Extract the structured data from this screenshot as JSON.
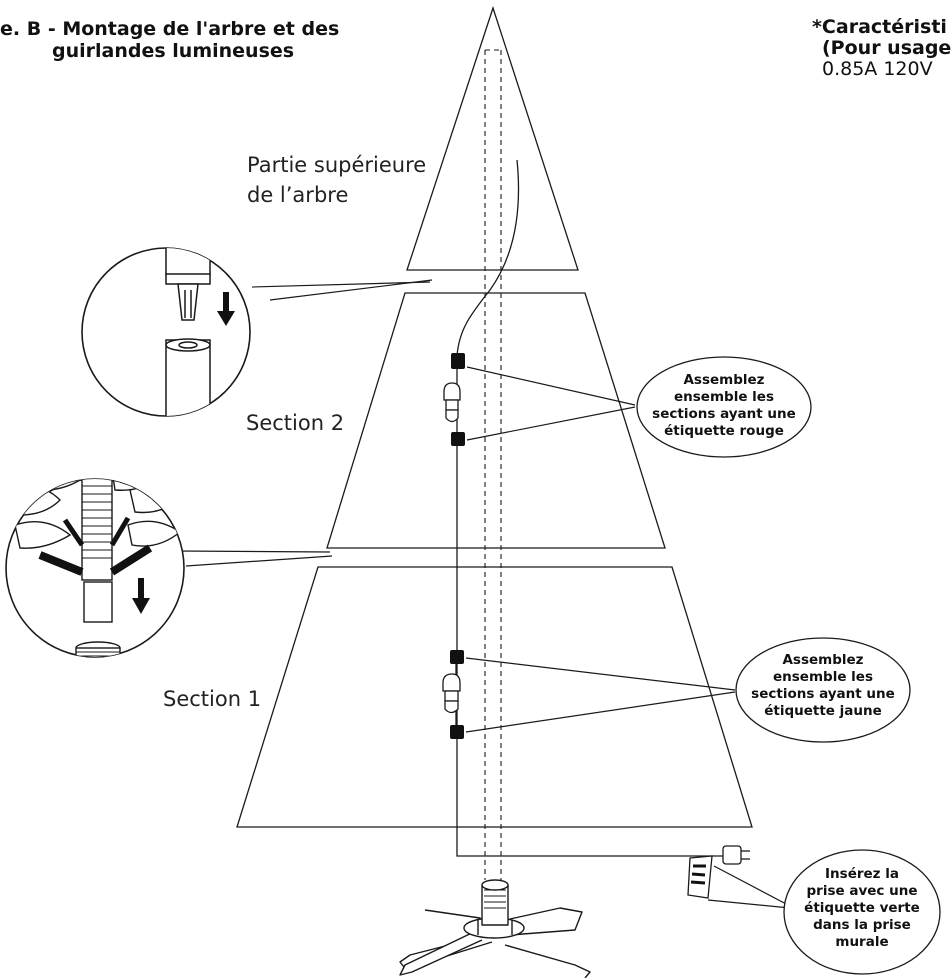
{
  "title": {
    "line1": "e. B - Montage de l'arbre et des",
    "line2": "guirlandes lumineuses"
  },
  "specs": {
    "line1": "*Caractéristi",
    "line2": "(Pour usage",
    "line3": "0.85A 120V"
  },
  "labels": {
    "top_part_line1": "Partie supérieure",
    "top_part_line2": "de l’arbre",
    "section2": "Section 2",
    "section1": "Section 1"
  },
  "callouts": {
    "red": [
      "Assemblez",
      "ensemble les",
      "sections ayant une",
      "étiquette rouge"
    ],
    "yellow": [
      "Assemblez",
      "ensemble les",
      "sections ayant une",
      "étiquette jaune"
    ],
    "green": [
      "Insérez la",
      "prise avec une",
      "étiquette verte",
      "dans la prise",
      "murale"
    ]
  },
  "colors": {
    "line": "#1a1a1a",
    "fill": "#ffffff",
    "label_band": "#111111"
  },
  "icons": [
    "down-arrow-icon",
    "plug-icon",
    "tree-stand-icon",
    "connector-pole-icon",
    "branch-hinge-icon"
  ]
}
